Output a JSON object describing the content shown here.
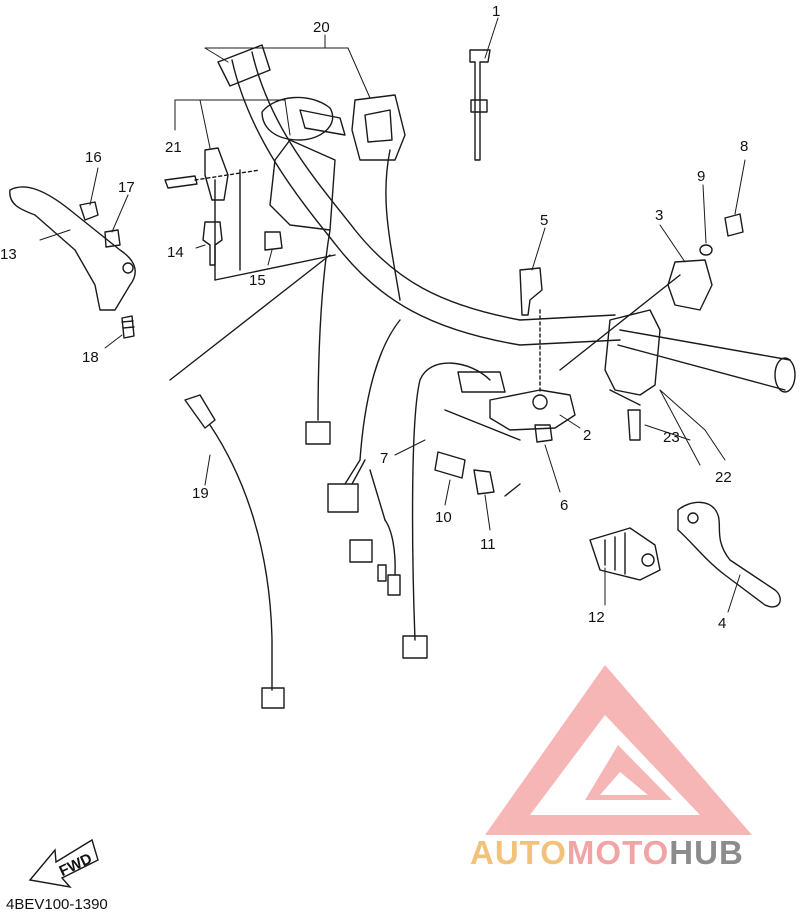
{
  "diagram": {
    "doc_code": "4BEV100-1390",
    "fwd_label": "FWD",
    "watermark": {
      "part1": "AUTO",
      "part2": "MOTO",
      "part3": "HUB"
    },
    "part_numbers": [
      "1",
      "2",
      "3",
      "4",
      "5",
      "6",
      "7",
      "8",
      "9",
      "10",
      "11",
      "12",
      "13",
      "14",
      "15",
      "16",
      "17",
      "18",
      "19",
      "20",
      "21",
      "22",
      "23"
    ],
    "colors": {
      "line": "#1a1a1a",
      "watermark_red": "#f27c7c",
      "watermark_orange": "#f3c27a",
      "watermark_gray": "#8c8c8c"
    }
  }
}
